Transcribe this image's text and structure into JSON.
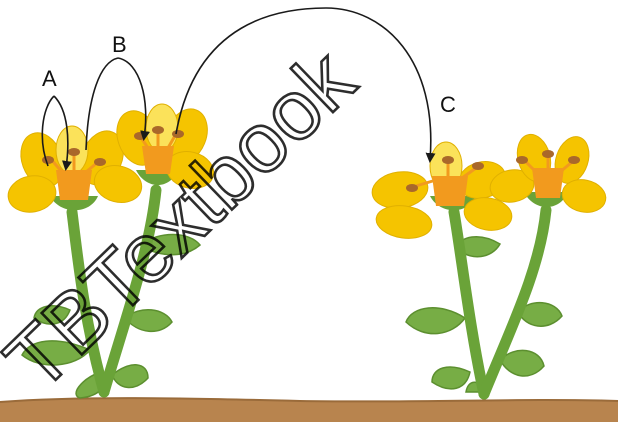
{
  "labels": {
    "a": "A",
    "b": "B",
    "c": "C"
  },
  "watermark": {
    "text": "TBTextbook"
  },
  "colors": {
    "petal": "#f5c400",
    "petal_light": "#fbe25a",
    "flower_center": "#f29a1e",
    "anther": "#a9682a",
    "stem": "#6aa338",
    "leaf": "#77ad45",
    "leaf_dark": "#5c8f2f",
    "soil": "#b8844e",
    "arrow": "#1a1a1a"
  }
}
